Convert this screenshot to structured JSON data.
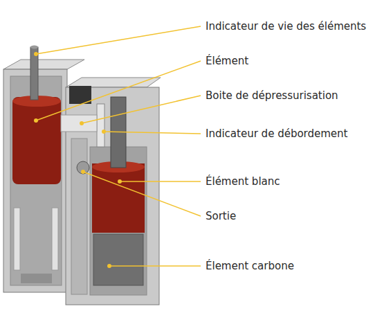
{
  "diagram": {
    "labels": [
      "Indicateur de vie des éléments",
      "Élément",
      "Boite de dépressurisation",
      "Indicateur de débordement",
      "Élément blanc",
      "Sortie",
      "Élement carbone"
    ]
  }
}
